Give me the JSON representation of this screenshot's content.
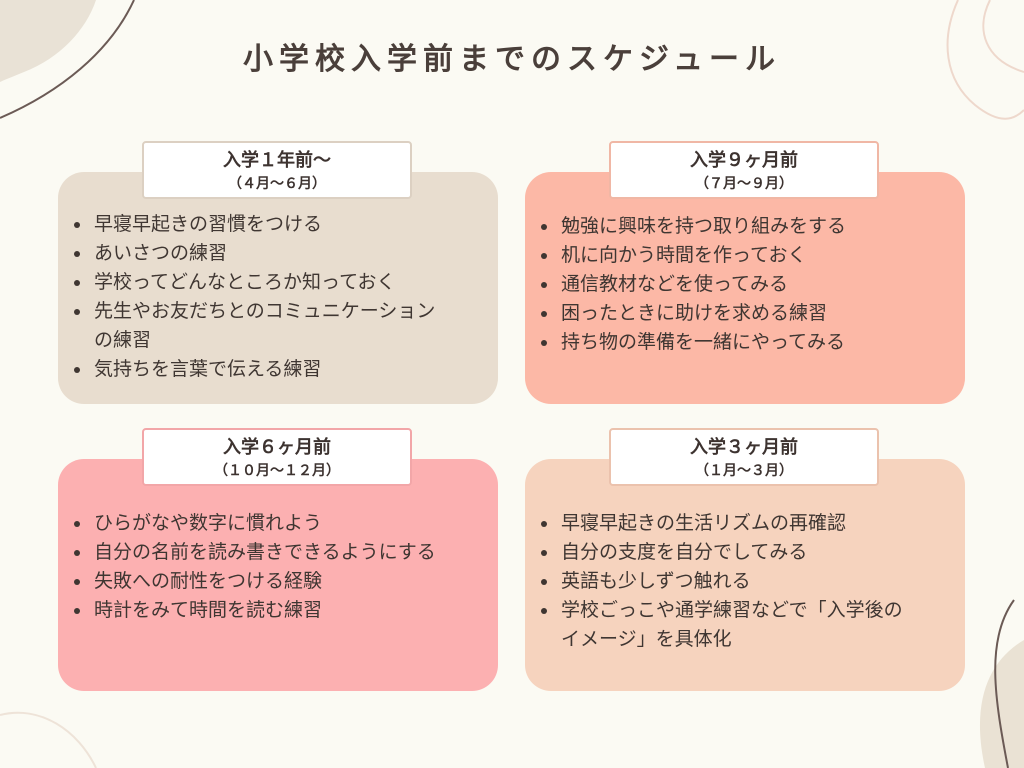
{
  "title": "小学校入学前までのスケジュール",
  "colors": {
    "background": "#fbfaf3",
    "panel_1": "#e8ddcf",
    "panel_2": "#fcb8a6",
    "panel_3": "#fcb0b1",
    "panel_4": "#f6d3be",
    "text": "#4a3f3a"
  },
  "sections": [
    {
      "label": "入学１年前〜",
      "period": "（４月〜６月）",
      "items": [
        "早寝早起きの習慣をつける",
        "あいさつの練習",
        "学校ってどんなところか知っておく",
        "先生やお友だちとのコミュニケーション",
        "の練習",
        "気持ちを言葉で伝える練習"
      ]
    },
    {
      "label": "入学９ヶ月前",
      "period": "（７月〜９月）",
      "items": [
        "勉強に興味を持つ取り組みをする",
        "机に向かう時間を作っておく",
        "通信教材などを使ってみる",
        "困ったときに助けを求める練習",
        "持ち物の準備を一緒にやってみる"
      ]
    },
    {
      "label": "入学６ヶ月前",
      "period": "（１０月〜１２月）",
      "items": [
        "ひらがなや数字に慣れよう",
        "自分の名前を読み書きできるようにする",
        "失敗への耐性をつける経験",
        "時計をみて時間を読む練習"
      ]
    },
    {
      "label": "入学３ヶ月前",
      "period": "（１月〜３月）",
      "items": [
        "早寝早起きの生活リズムの再確認",
        "自分の支度を自分でしてみる",
        "英語も少しずつ触れる",
        "学校ごっこや通学練習などで「入学後の",
        "イメージ」を具体化"
      ]
    }
  ]
}
